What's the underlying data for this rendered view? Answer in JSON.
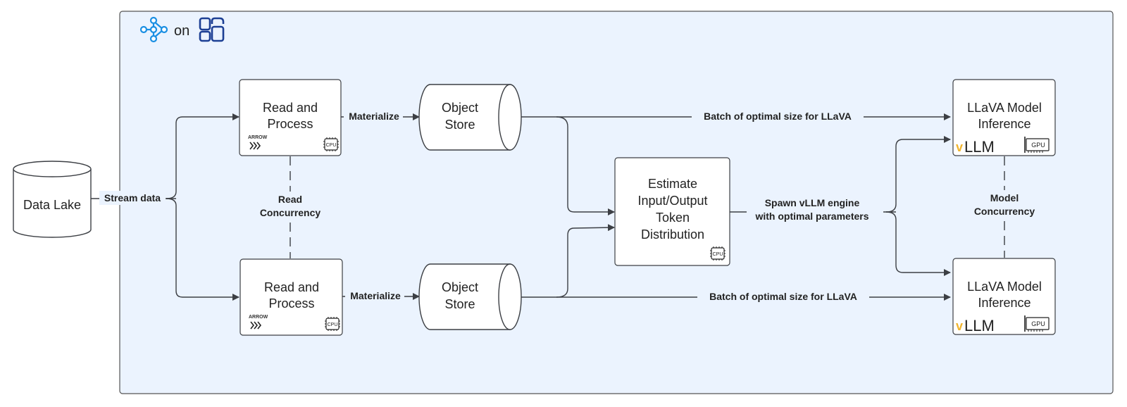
{
  "logo": {
    "connector_word": "on"
  },
  "nodes": {
    "data_lake": "Data Lake",
    "read_process_top": [
      "Read and",
      "Process"
    ],
    "read_process_bottom": [
      "Read and",
      "Process"
    ],
    "object_store_top": [
      "Object",
      "Store"
    ],
    "object_store_bottom": [
      "Object",
      "Store"
    ],
    "estimate": [
      "Estimate",
      "Input/Output",
      "Token",
      "Distribution"
    ],
    "llava_top": [
      "LLaVA Model",
      "Inference"
    ],
    "llava_bottom": [
      "LLaVA Model",
      "Inference"
    ]
  },
  "badges": {
    "arrow_logo": "ARROW",
    "cpu": "CPU",
    "gpu": "GPU",
    "vllm": "LLM",
    "vllm_v": "v"
  },
  "edges": {
    "stream_data": "Stream data",
    "materialize": "Materialize",
    "batch_label": "Batch of optimal size for LLaVA",
    "spawn": [
      "Spawn vLLM engine",
      "with optimal parameters"
    ],
    "read_concurrency": [
      "Read",
      "Concurrency"
    ],
    "model_concurrency": [
      "Model",
      "Concurrency"
    ]
  },
  "colors": {
    "panel_fill": "#ebf3fe",
    "panel_border": "#555555",
    "ray_blue": "#1a8fe3",
    "cloud_navy": "#1c3f94",
    "line": "#3c3f44",
    "vllm_blue": "#2a7ec8",
    "vllm_yellow": "#f1b52e"
  }
}
